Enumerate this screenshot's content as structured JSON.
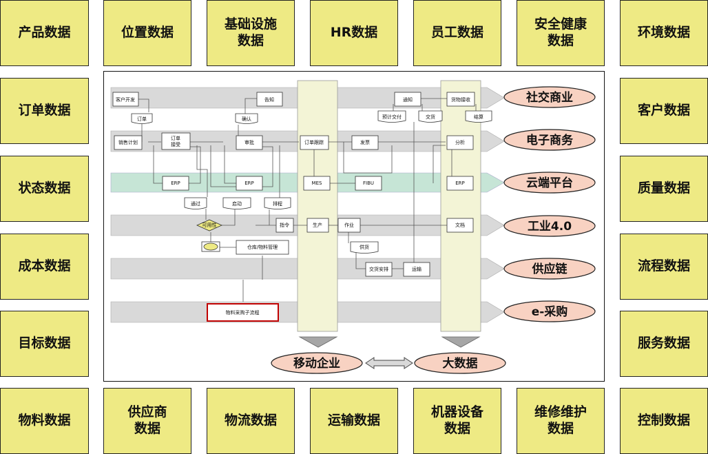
{
  "top_tiles": [
    "产品数据",
    "位置数据",
    "基础设施\n数据",
    "HR数据",
    "员工数据",
    "安全健康\n数据",
    "环境数据"
  ],
  "left_tiles": [
    "订单数据",
    "状态数据",
    "成本数据",
    "目标数据"
  ],
  "right_tiles": [
    "客户数据",
    "质量数据",
    "流程数据",
    "服务数据"
  ],
  "bottom_tiles": [
    "物料数据",
    "供应商\n数据",
    "物流数据",
    "运输数据",
    "机器设备\n数据",
    "维修维护\n数据",
    "控制数据"
  ],
  "lanes": [
    "社交商业",
    "电子商务",
    "云端平台",
    "工业4.0",
    "供应链",
    "e-采购"
  ],
  "bottom_labels": {
    "mobile": "移动企业",
    "bigdata": "大数据"
  },
  "nodes": {
    "customer_dev": "客户开发",
    "notify1": "告知",
    "notify2": "通知",
    "goods_receipt": "货物接收",
    "order": "订单",
    "confirm": "确认",
    "est_delivery": "预计交付",
    "delivery": "交货",
    "settle": "结算",
    "sales_plan": "销售计划",
    "order_accept": "订单\n接受",
    "approve": "审批",
    "order_track": "订单跟踪",
    "invoice": "发票",
    "analyze": "分析",
    "erp1": "ERP",
    "erp2": "ERP",
    "mes": "MES",
    "fibu": "FIBU",
    "erp3": "ERP",
    "pass": "通过",
    "start": "启动",
    "schedule": "排程",
    "availability": "可用性",
    "instruction": "指令",
    "production": "生产",
    "operation": "作业",
    "document": "文档",
    "warehouse": "仓库/物料管理",
    "supply": "供货",
    "delivery_arrange": "交货安排",
    "transport": "运输",
    "purchase_sub": "物料采购子流程"
  },
  "colors": {
    "tile": "#eeea84",
    "ellipse": "#f8d2c2",
    "lane": "#d9d9d9",
    "cloud_lane": "#c6e5d6",
    "column": "#f3f4d6",
    "highlight_border": "#c00000"
  }
}
